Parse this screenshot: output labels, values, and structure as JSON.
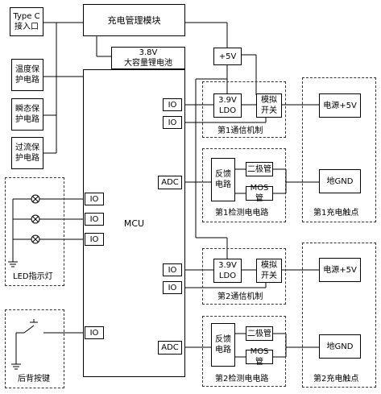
{
  "labels": {
    "type_c": "Type C\n接入口",
    "temp_protect": "温度保\n护电路",
    "transient_protect": "瞬态保\n护电路",
    "overcurrent_protect": "过流保\n护电路",
    "led": "LED指示灯",
    "back_button": "后背按键",
    "charge_mgmt": "充电管理模块",
    "battery": "3.8V\n大容量锂电池",
    "mcu": "MCU",
    "plus5v": "+5V",
    "io": "IO",
    "adc": "ADC",
    "ldo": "3.9V\nLDO",
    "analog_switch": "模拟\n开关",
    "comm1": "第1通信机制",
    "comm2": "第2通信机制",
    "feedback": "反馈\n电路",
    "diode": "二极管",
    "mos": "MOS管",
    "detect1": "第1检测电电路",
    "detect2": "第2检测电电路",
    "power5v": "电源+5V",
    "gnd": "地GND",
    "contact1": "第1充电触点",
    "contact2": "第2充电触点"
  }
}
